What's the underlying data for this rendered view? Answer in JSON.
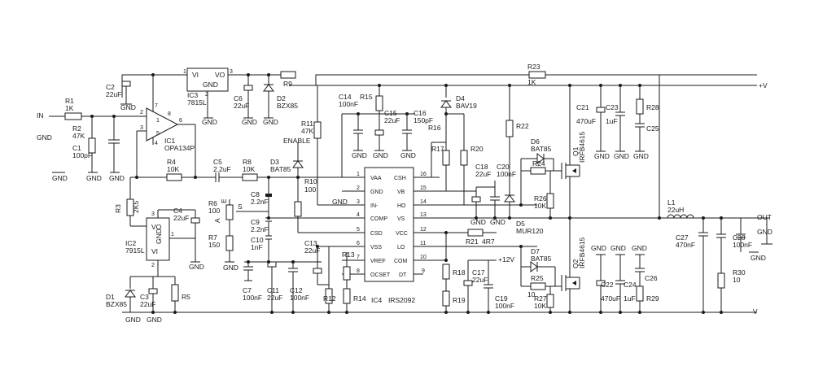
{
  "ic": {
    "ic1": {
      "ref": "IC1",
      "part": "OPA134P",
      "pins": [
        "2",
        "3",
        "7",
        "4",
        "6",
        "8",
        "1",
        "5"
      ]
    },
    "ic2": {
      "ref": "IC2",
      "part": "7915L",
      "pins": [
        "VO",
        "VI",
        "GND",
        "3",
        "1",
        "2"
      ]
    },
    "ic3": {
      "ref": "IC3",
      "part": "7815L",
      "pins": [
        "VI",
        "VO",
        "GND",
        "1",
        "3",
        "2"
      ]
    },
    "ic4": {
      "ref": "IC4",
      "part": "IRS2092",
      "left": [
        {
          "n": "1",
          "name": "VAA"
        },
        {
          "n": "2",
          "name": "GND"
        },
        {
          "n": "3",
          "name": "IN-"
        },
        {
          "n": "4",
          "name": "COMP"
        },
        {
          "n": "5",
          "name": "CSD"
        },
        {
          "n": "6",
          "name": "VSS"
        },
        {
          "n": "7",
          "name": "VREF"
        },
        {
          "n": "8",
          "name": "OCSET"
        }
      ],
      "right": [
        {
          "n": "16",
          "name": "CSH"
        },
        {
          "n": "15",
          "name": "VB"
        },
        {
          "n": "14",
          "name": "HO"
        },
        {
          "n": "13",
          "name": "VS"
        },
        {
          "n": "12",
          "name": "VCC"
        },
        {
          "n": "11",
          "name": "LO"
        },
        {
          "n": "10",
          "name": "COM"
        },
        {
          "n": "9",
          "name": "DT"
        }
      ]
    }
  },
  "parts": {
    "r1": [
      "R1",
      "1K"
    ],
    "r2": [
      "R2",
      "47K"
    ],
    "r3": [
      "R3",
      "2K5"
    ],
    "r4": [
      "R4",
      "10K"
    ],
    "r5": [
      "R5",
      ""
    ],
    "r6": [
      "R6",
      "100"
    ],
    "r7": [
      "R7",
      "150"
    ],
    "r8": [
      "R8",
      "10K"
    ],
    "r9": [
      "R9",
      ""
    ],
    "r10": [
      "R10",
      "100"
    ],
    "r11": [
      "R11",
      "47K"
    ],
    "r12": [
      "R12",
      ""
    ],
    "r13": [
      "R13",
      ""
    ],
    "r14": [
      "R14",
      ""
    ],
    "r15": [
      "R15",
      ""
    ],
    "r16": [
      "R16",
      ""
    ],
    "r17": [
      "R17",
      ""
    ],
    "r18": [
      "R18",
      ""
    ],
    "r19": [
      "R19",
      ""
    ],
    "r20": [
      "R20",
      ""
    ],
    "r21": [
      "R21",
      "4R7"
    ],
    "r22": [
      "R22",
      ""
    ],
    "r23": [
      "R23",
      "1K"
    ],
    "r24": [
      "R24",
      ""
    ],
    "r25": [
      "R25",
      "10"
    ],
    "r26": [
      "R26",
      "10K"
    ],
    "r27": [
      "R27",
      "10K"
    ],
    "r28": [
      "R28",
      ""
    ],
    "r29": [
      "R29",
      ""
    ],
    "r30": [
      "R30",
      "10"
    ],
    "c1": [
      "C1",
      "100pF"
    ],
    "c2": [
      "C2",
      "22uF"
    ],
    "c3": [
      "C3",
      "22uF"
    ],
    "c4": [
      "C4",
      "22uF"
    ],
    "c5": [
      "C5",
      "2.2uF"
    ],
    "c6": [
      "C6",
      "22uF"
    ],
    "c7": [
      "C7",
      "100nF"
    ],
    "c8": [
      "C8",
      "2.2nF"
    ],
    "c9": [
      "C9",
      "2.2nF"
    ],
    "c10": [
      "C10",
      "1nF"
    ],
    "c11": [
      "C11",
      "22uF"
    ],
    "c12": [
      "C12",
      "100nF"
    ],
    "c13": [
      "C13",
      "22uF"
    ],
    "c14": [
      "C14",
      "100nF"
    ],
    "c15": [
      "C15",
      "22uF"
    ],
    "c16": [
      "C16",
      "150pF"
    ],
    "c17": [
      "C17",
      "22uF"
    ],
    "c18": [
      "C18",
      "22uF"
    ],
    "c19": [
      "C19",
      "100nF"
    ],
    "c20": [
      "C20",
      "100nF"
    ],
    "c21": [
      "C21",
      "470uF"
    ],
    "c22": [
      "C22",
      "470uF"
    ],
    "c23": [
      "C23",
      "1uF"
    ],
    "c24": [
      "C24",
      "1uF"
    ],
    "c25": [
      "C25",
      ""
    ],
    "c26": [
      "C26",
      ""
    ],
    "c27": [
      "C27",
      "470nF"
    ],
    "c28": [
      "C28",
      "100nF"
    ],
    "d1": [
      "D1",
      "BZX85"
    ],
    "d2": [
      "D2",
      "BZX85"
    ],
    "d3": [
      "D3",
      "BAT85"
    ],
    "d4": [
      "D4",
      "BAV19"
    ],
    "d5": [
      "D5",
      "MUR120"
    ],
    "d6": [
      "D6",
      "BAT85"
    ],
    "d7": [
      "D7",
      "BAT85"
    ],
    "q1": [
      "Q1",
      "IRFB4615"
    ],
    "q2": [
      "Q2",
      "IRFB4615"
    ],
    "l1": [
      "L1",
      "22uH"
    ]
  },
  "nets": {
    "in": "IN",
    "out": "OUT",
    "gnd": "GND",
    "vplus": "+V",
    "vminus": "-V",
    "v12": "+12V",
    "enable": "ENABLE",
    "s": "S",
    "a": "A",
    "e": "E"
  },
  "colors": {
    "ink": "#1a1a1a",
    "paper": "#ffffff"
  }
}
